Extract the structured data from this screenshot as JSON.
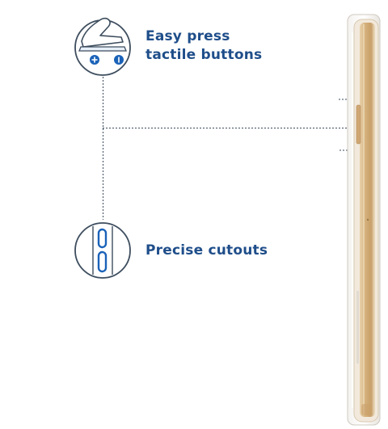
{
  "features": {
    "buttons": {
      "line1": "Easy press",
      "line2": "tactile buttons",
      "icon": "finger-press-buttons-icon"
    },
    "cutouts": {
      "line1": "Precise cutouts",
      "icon": "slot-cutouts-icon"
    }
  },
  "colors": {
    "label_text": "#1f4e8a",
    "icon_stroke": "#3d4d5e",
    "icon_accent": "#1a62b8",
    "connector": "#3b4a5a",
    "phone_gold": "#d6b27d",
    "phone_frame": "#e4e0da"
  }
}
